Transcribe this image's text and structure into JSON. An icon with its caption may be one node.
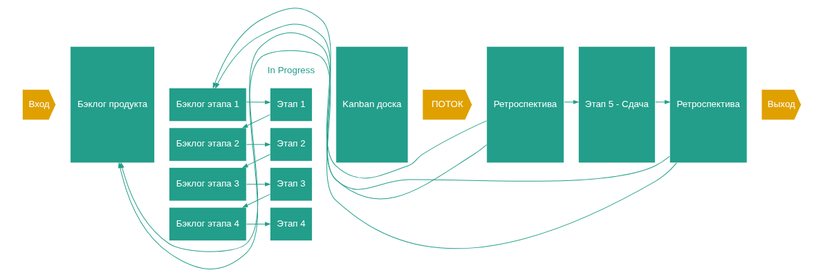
{
  "diagram": {
    "nodes": [
      {
        "text": [
          "Вход"
        ]
      },
      {
        "text": [
          "Бэклог продукта"
        ]
      },
      {
        "text": [
          "Бэклог этапа 1"
        ]
      },
      {
        "text": [
          "Бэклог этапа 2"
        ]
      },
      {
        "text": [
          "Бэклог этапа 3"
        ]
      },
      {
        "text": [
          "Бэклог этапа 4"
        ]
      },
      {
        "text": [
          "Этап 1"
        ]
      },
      {
        "text": [
          "Этап 2"
        ]
      },
      {
        "text": [
          "Этап 3"
        ]
      },
      {
        "text": [
          "Этап 4"
        ]
      },
      {
        "text": [
          "Kanban доска"
        ]
      },
      {
        "text": [
          "ПОТОК"
        ]
      },
      {
        "text": [
          "Ретроспектива"
        ]
      },
      {
        "text": [
          "Этап 5 - Сдача"
        ]
      },
      {
        "text": [
          "Ретроспектива"
        ]
      },
      {
        "text": [
          "Выход"
        ]
      }
    ],
    "edges": [
      {
        "from": 2,
        "to": 6,
        "arrow": "to"
      },
      {
        "from": 6,
        "to": 3,
        "arrow": "to"
      },
      {
        "from": 3,
        "to": 7,
        "arrow": "to"
      },
      {
        "from": 7,
        "to": 4,
        "arrow": "to"
      },
      {
        "from": 4,
        "to": 8,
        "arrow": "to"
      },
      {
        "from": 8,
        "to": 5,
        "arrow": "to"
      },
      {
        "from": 5,
        "to": 9,
        "arrow": "to"
      },
      {
        "from": 12,
        "to": 13,
        "arrow": "to"
      },
      {
        "from": 13,
        "to": 14,
        "arrow": "to"
      },
      {
        "from": 12,
        "to": 1,
        "arrow": "to"
      },
      {
        "from": 12,
        "to": 2,
        "arrow": "to"
      },
      {
        "from": 14,
        "to": 1,
        "arrow": "to"
      },
      {
        "from": 14,
        "to": 2,
        "arrow": "to"
      }
    ],
    "labels": [
      "In Progress"
    ]
  }
}
